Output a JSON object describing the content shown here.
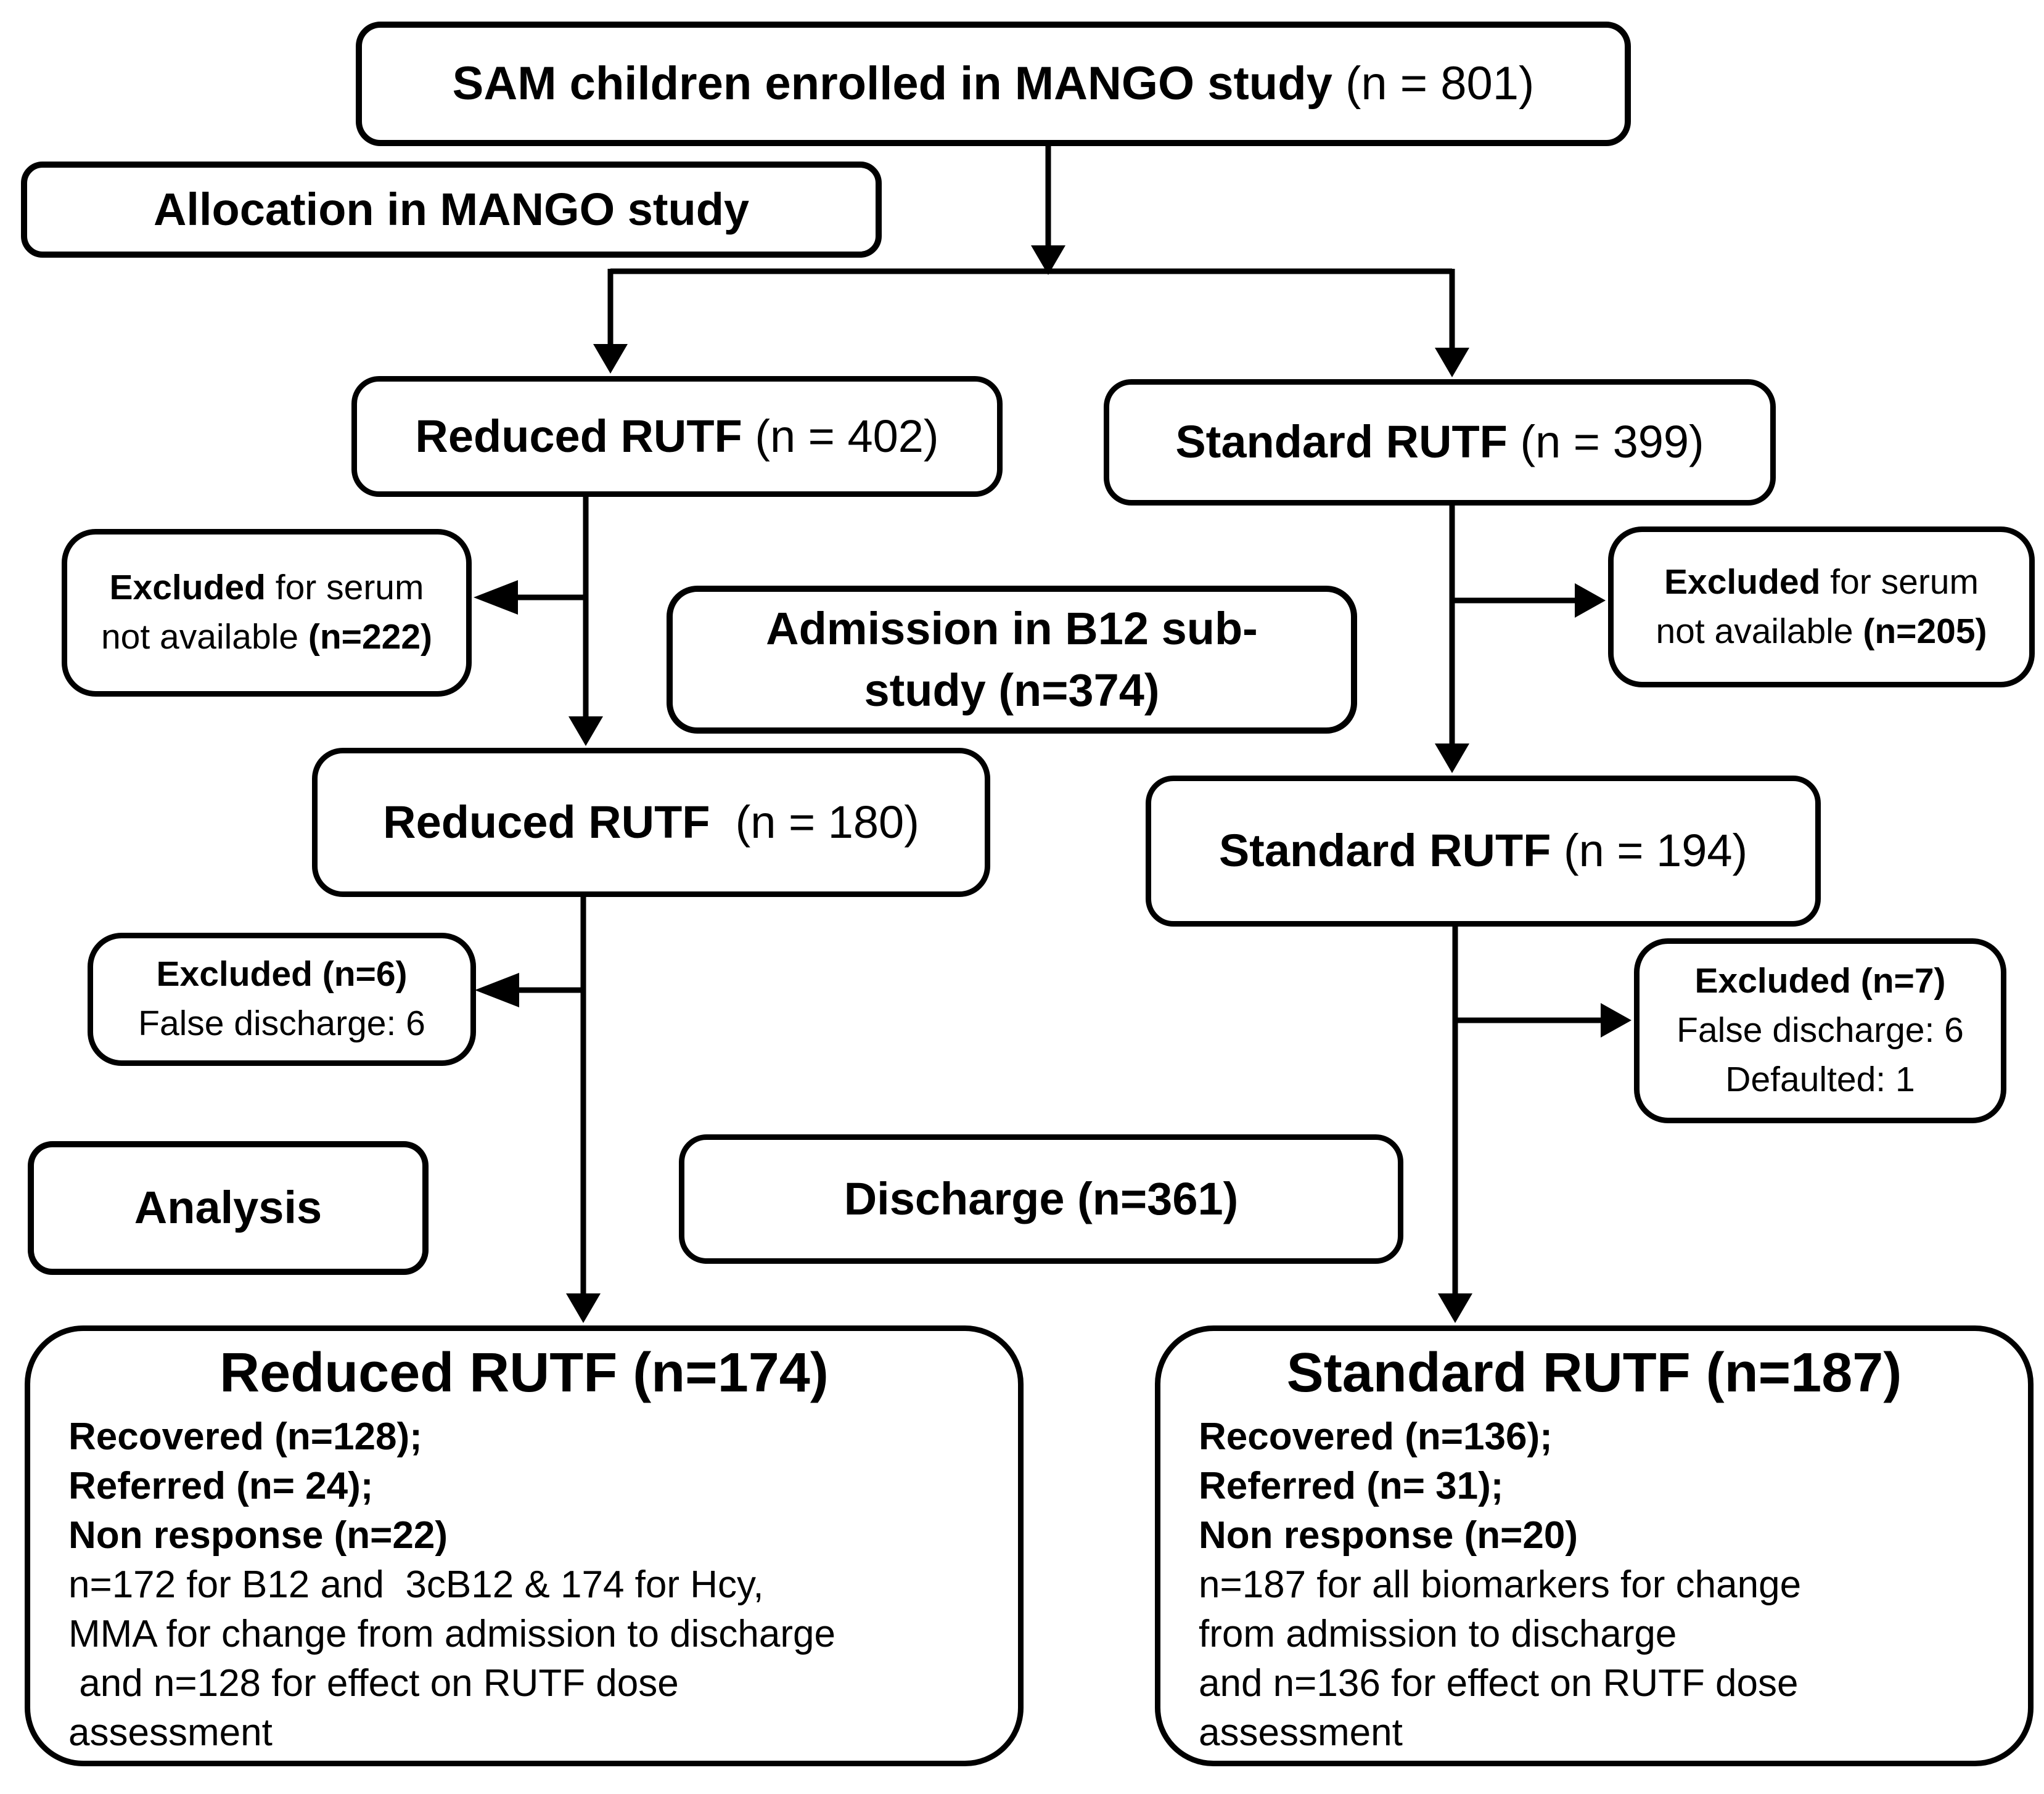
{
  "figure": {
    "background": "#ffffff",
    "line_color": "#000000",
    "box_fill": "#ffffff",
    "box_border_color": "#000000"
  },
  "nodes": {
    "enrolled": {
      "lines": [
        [
          {
            "t": "SAM children enrolled in MANGO study ",
            "b": true
          },
          {
            "t": "(n = 801)",
            "b": false
          }
        ]
      ]
    },
    "allocation": {
      "lines": [
        [
          {
            "t": "Allocation in MANGO study",
            "b": true
          }
        ]
      ]
    },
    "reduced402": {
      "lines": [
        [
          {
            "t": "Reduced RUTF ",
            "b": true
          },
          {
            "t": "(n = 402)",
            "b": false
          }
        ]
      ]
    },
    "standard399": {
      "lines": [
        [
          {
            "t": "Standard RUTF ",
            "b": true
          },
          {
            "t": "(n = 399)",
            "b": false
          }
        ]
      ]
    },
    "excluded222": {
      "lines": [
        [
          {
            "t": "Excluded",
            "b": true
          },
          {
            "t": " for serum",
            "b": false
          }
        ],
        [
          {
            "t": "not available ",
            "b": false
          },
          {
            "t": "(n=222)",
            "b": true
          }
        ]
      ]
    },
    "admission": {
      "lines": [
        [
          {
            "t": "Admission in B12 sub-",
            "b": true
          }
        ],
        [
          {
            "t": "study (n=374)",
            "b": true
          }
        ]
      ]
    },
    "excluded205": {
      "lines": [
        [
          {
            "t": "Excluded",
            "b": true
          },
          {
            "t": " for serum",
            "b": false
          }
        ],
        [
          {
            "t": "not available ",
            "b": false
          },
          {
            "t": "(n=205)",
            "b": true
          }
        ]
      ]
    },
    "reduced180": {
      "lines": [
        [
          {
            "t": "Reduced RUTF ",
            "b": true
          },
          {
            "t": " (n = 180)",
            "b": false
          }
        ]
      ]
    },
    "standard194": {
      "lines": [
        [
          {
            "t": "Standard RUTF ",
            "b": true
          },
          {
            "t": "(n = 194)",
            "b": false
          }
        ]
      ]
    },
    "excluded6": {
      "lines": [
        [
          {
            "t": "Excluded (n=6)",
            "b": true
          }
        ],
        [
          {
            "t": "False discharge: 6",
            "b": false
          }
        ]
      ]
    },
    "excluded7": {
      "lines": [
        [
          {
            "t": "Excluded (n=7)",
            "b": true
          }
        ],
        [
          {
            "t": "False discharge: 6",
            "b": false
          }
        ],
        [
          {
            "t": "Defaulted: 1",
            "b": false
          }
        ]
      ]
    },
    "analysis": {
      "lines": [
        [
          {
            "t": "Analysis",
            "b": true
          }
        ]
      ]
    },
    "discharge": {
      "lines": [
        [
          {
            "t": "Discharge ",
            "b": true
          },
          {
            "t": "(n=361)",
            "b": true
          }
        ]
      ]
    },
    "analysisReduced": {
      "title": "Reduced RUTF (n=174)",
      "lines": [
        [
          {
            "t": "Recovered (n=128);",
            "b": true
          }
        ],
        [
          {
            "t": "Referred (n= 24);",
            "b": true
          }
        ],
        [
          {
            "t": "Non response (n=22)",
            "b": true
          }
        ],
        [
          {
            "t": "n=172 for B12 and  3cB12 & 174 for Hcy,",
            "b": false
          }
        ],
        [
          {
            "t": "MMA for change from admission to discharge",
            "b": false
          }
        ],
        [
          {
            "t": " and n=128 for effect on RUTF dose",
            "b": false
          }
        ],
        [
          {
            "t": "assessment",
            "b": false
          }
        ]
      ]
    },
    "analysisStandard": {
      "title": "Standard RUTF (n=187)",
      "lines": [
        [
          {
            "t": "Recovered (n=136);",
            "b": true
          }
        ],
        [
          {
            "t": "Referred (n= 31);",
            "b": true
          }
        ],
        [
          {
            "t": "Non response (n=20)",
            "b": true
          }
        ],
        [
          {
            "t": "n=187 for all biomarkers for change",
            "b": false
          }
        ],
        [
          {
            "t": "from admission to discharge",
            "b": false
          }
        ],
        [
          {
            "t": "and n=136 for effect on RUTF dose",
            "b": false
          }
        ],
        [
          {
            "t": "assessment",
            "b": false
          }
        ]
      ]
    }
  }
}
